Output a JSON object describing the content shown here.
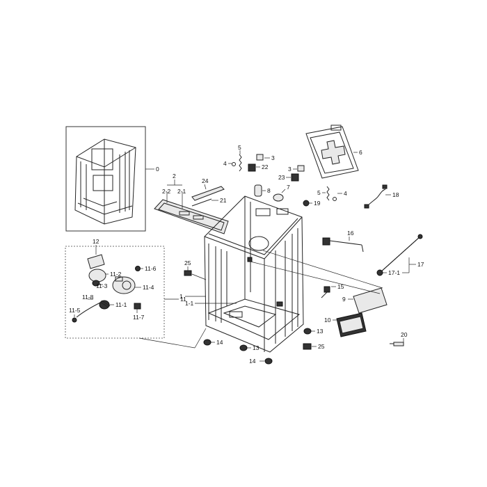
{
  "callouts": {
    "c0": "0",
    "c1": "1",
    "c1_1": "1-1",
    "c2": "2",
    "c2_1": "2-1",
    "c2_2": "2-2",
    "c3a": "3",
    "c3b": "3",
    "c4a": "4",
    "c4b": "4",
    "c5a": "5",
    "c5b": "5",
    "c6": "6",
    "c7": "7",
    "c8": "8",
    "c9": "9",
    "c10": "10",
    "c11": "11",
    "c11_1": "11-1",
    "c11_2": "11-2",
    "c11_3": "11-3",
    "c11_4": "11-4",
    "c11_5": "11-5",
    "c11_6": "11-6",
    "c11_7": "11-7",
    "c11_8": "11-8",
    "c12": "12",
    "c13a": "13",
    "c13b": "13",
    "c14a": "14",
    "c14b": "14",
    "c15": "15",
    "c16": "16",
    "c17": "17",
    "c17_1": "17-1",
    "c18": "18",
    "c19": "19",
    "c20": "20",
    "c21": "21",
    "c22": "22",
    "c23": "23",
    "c24": "24",
    "c25a": "25",
    "c25b": "25"
  }
}
